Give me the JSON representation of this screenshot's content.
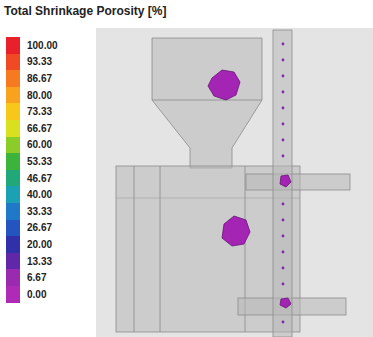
{
  "diagram": {
    "title": "Total Shrinkage Porosity [%]",
    "legend": [
      {
        "text": "100.00",
        "color": "#e8202a"
      },
      {
        "text": "93.33",
        "color": "#f04a24"
      },
      {
        "text": "86.67",
        "color": "#f57a20"
      },
      {
        "text": "80.00",
        "color": "#f9a21e"
      },
      {
        "text": "73.33",
        "color": "#f7c81a"
      },
      {
        "text": "66.67",
        "color": "#d8e020"
      },
      {
        "text": "60.00",
        "color": "#8ccc28"
      },
      {
        "text": "53.33",
        "color": "#3cb43c"
      },
      {
        "text": "46.67",
        "color": "#20a878"
      },
      {
        "text": "40.00",
        "color": "#1ca0b4"
      },
      {
        "text": "33.33",
        "color": "#2078c8"
      },
      {
        "text": "26.67",
        "color": "#2454c0"
      },
      {
        "text": "20.00",
        "color": "#3030a8"
      },
      {
        "text": "13.33",
        "color": "#6028a8"
      },
      {
        "text": "6.67",
        "color": "#9a2ab0"
      },
      {
        "text": "0.00",
        "color": "#b02ab8"
      }
    ]
  }
}
